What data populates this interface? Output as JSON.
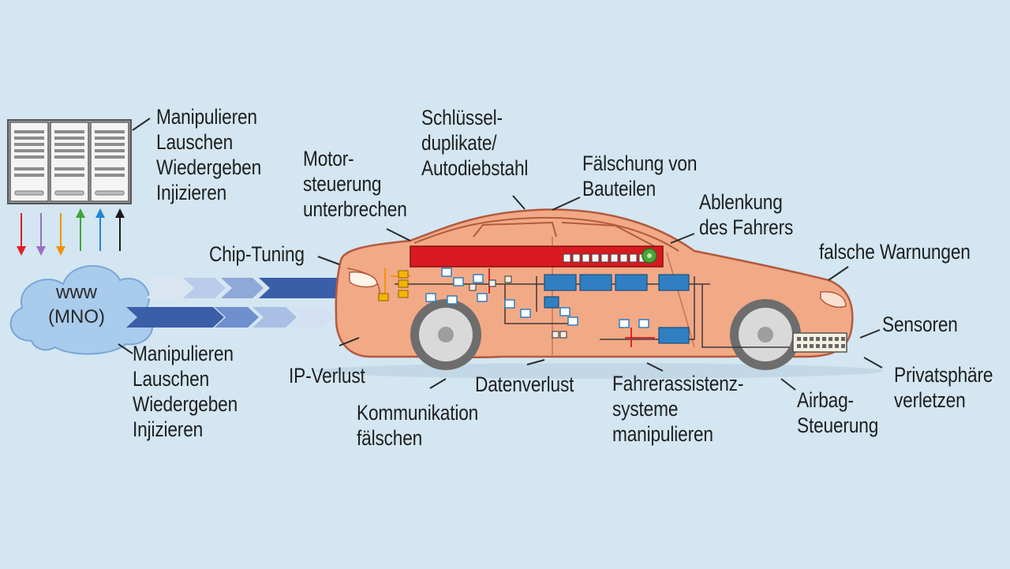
{
  "colors": {
    "background": "#d3e6f1",
    "car_body": "#f2a986",
    "red_module": "#d81920",
    "ecu_blue": "#2f7fc2",
    "cloud": "#a9cbec",
    "arrow_dark": "#3a5ea8",
    "arrow_light": "#b6cbe8"
  },
  "icons": {
    "server": "server-rack-icon",
    "cloud": "cloud-icon",
    "obd": "obd-connector-icon",
    "steering": "steering-wheel-icon"
  },
  "server_arrow_colors": [
    "#e31e24",
    "#9b6fc1",
    "#f39200",
    "#3fa535",
    "#1e88d2",
    "#1a1a1a"
  ],
  "server_arrow_directions": [
    "down",
    "down",
    "down",
    "up",
    "up",
    "up"
  ],
  "cloud": {
    "label": "www\n(MNO)"
  },
  "labels": {
    "server_threats": "Manipulieren\nLauschen\nWiedergeben\nInjizieren",
    "cloud_threats": "Manipulieren\nLauschen\nWiedergeben\nInjizieren",
    "chip_tuning": "Chip-Tuning",
    "motor": "Motor-\nsteuerung\nunterbrechen",
    "key": "Schlüssel-\nduplikate/\nAutodiebstahl",
    "parts": "Fälschung von\nBauteilen",
    "distraction": "Ablenkung\ndes Fahrers",
    "warnings": "falsche Warnungen",
    "sensors": "Sensoren",
    "privacy": "Privatsphäre\nverletzen",
    "airbag": "Airbag-\nSteuerung",
    "adas": "Fahrerassistenz-\nsysteme\nmanipulieren",
    "data_loss": "Datenverlust",
    "communication": "Kommunikation\nfälschen",
    "ip_loss": "IP-Verlust"
  }
}
